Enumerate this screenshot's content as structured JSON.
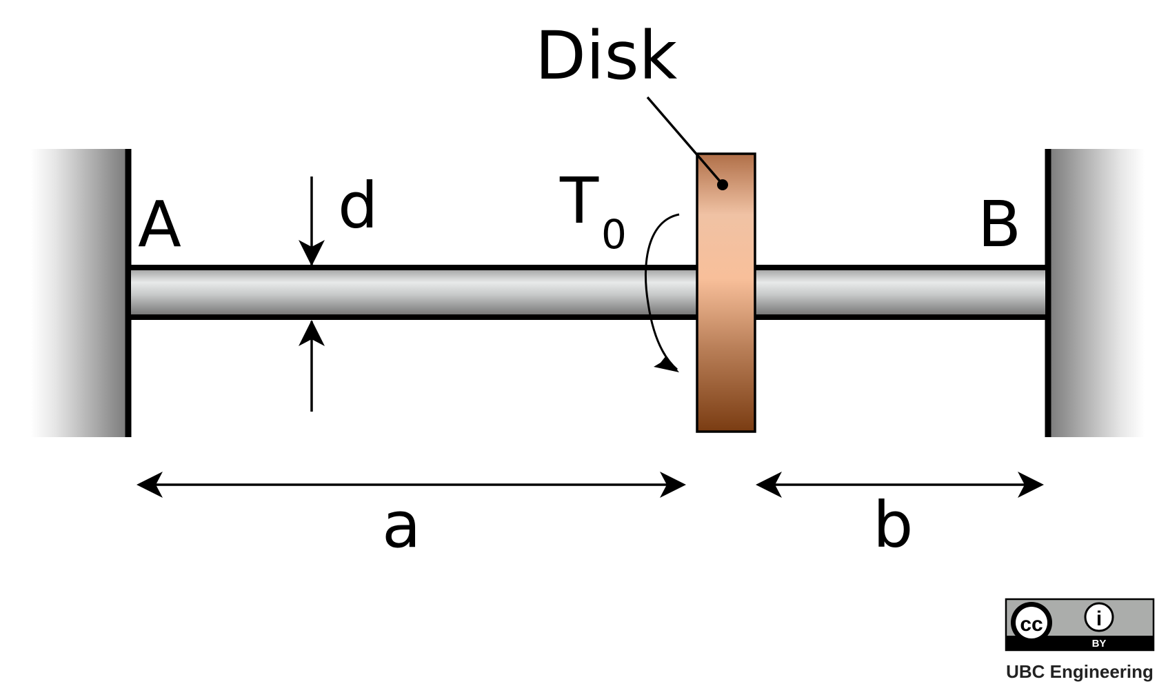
{
  "labels": {
    "disk": "Disk",
    "end_a": "A",
    "end_b": "B",
    "diameter": "d",
    "torque_symbol": "T",
    "torque_subscript": "0",
    "length_a": "a",
    "length_b": "b"
  },
  "license": {
    "cc_text": "cc",
    "by_text": "BY",
    "info_glyph": "i"
  },
  "credit": "UBC Engineering",
  "colors": {
    "wall_dark": "#7a7a7a",
    "wall_light": "#ffffff",
    "shaft_light": "#e4e6e6",
    "shaft_dark": "#6e6e6e",
    "disk_light": "#f6c7aa",
    "disk_dark": "#7a3c12",
    "outline": "#000000",
    "badge_gray": "#abadab"
  }
}
